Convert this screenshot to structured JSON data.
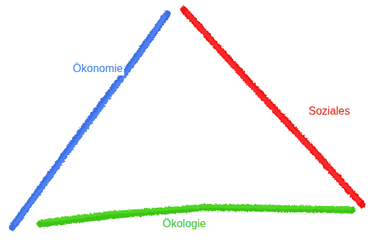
{
  "diagram": {
    "labels": [
      "Ökonomie",
      "Soziales",
      "Ökologie"
    ]
  }
}
